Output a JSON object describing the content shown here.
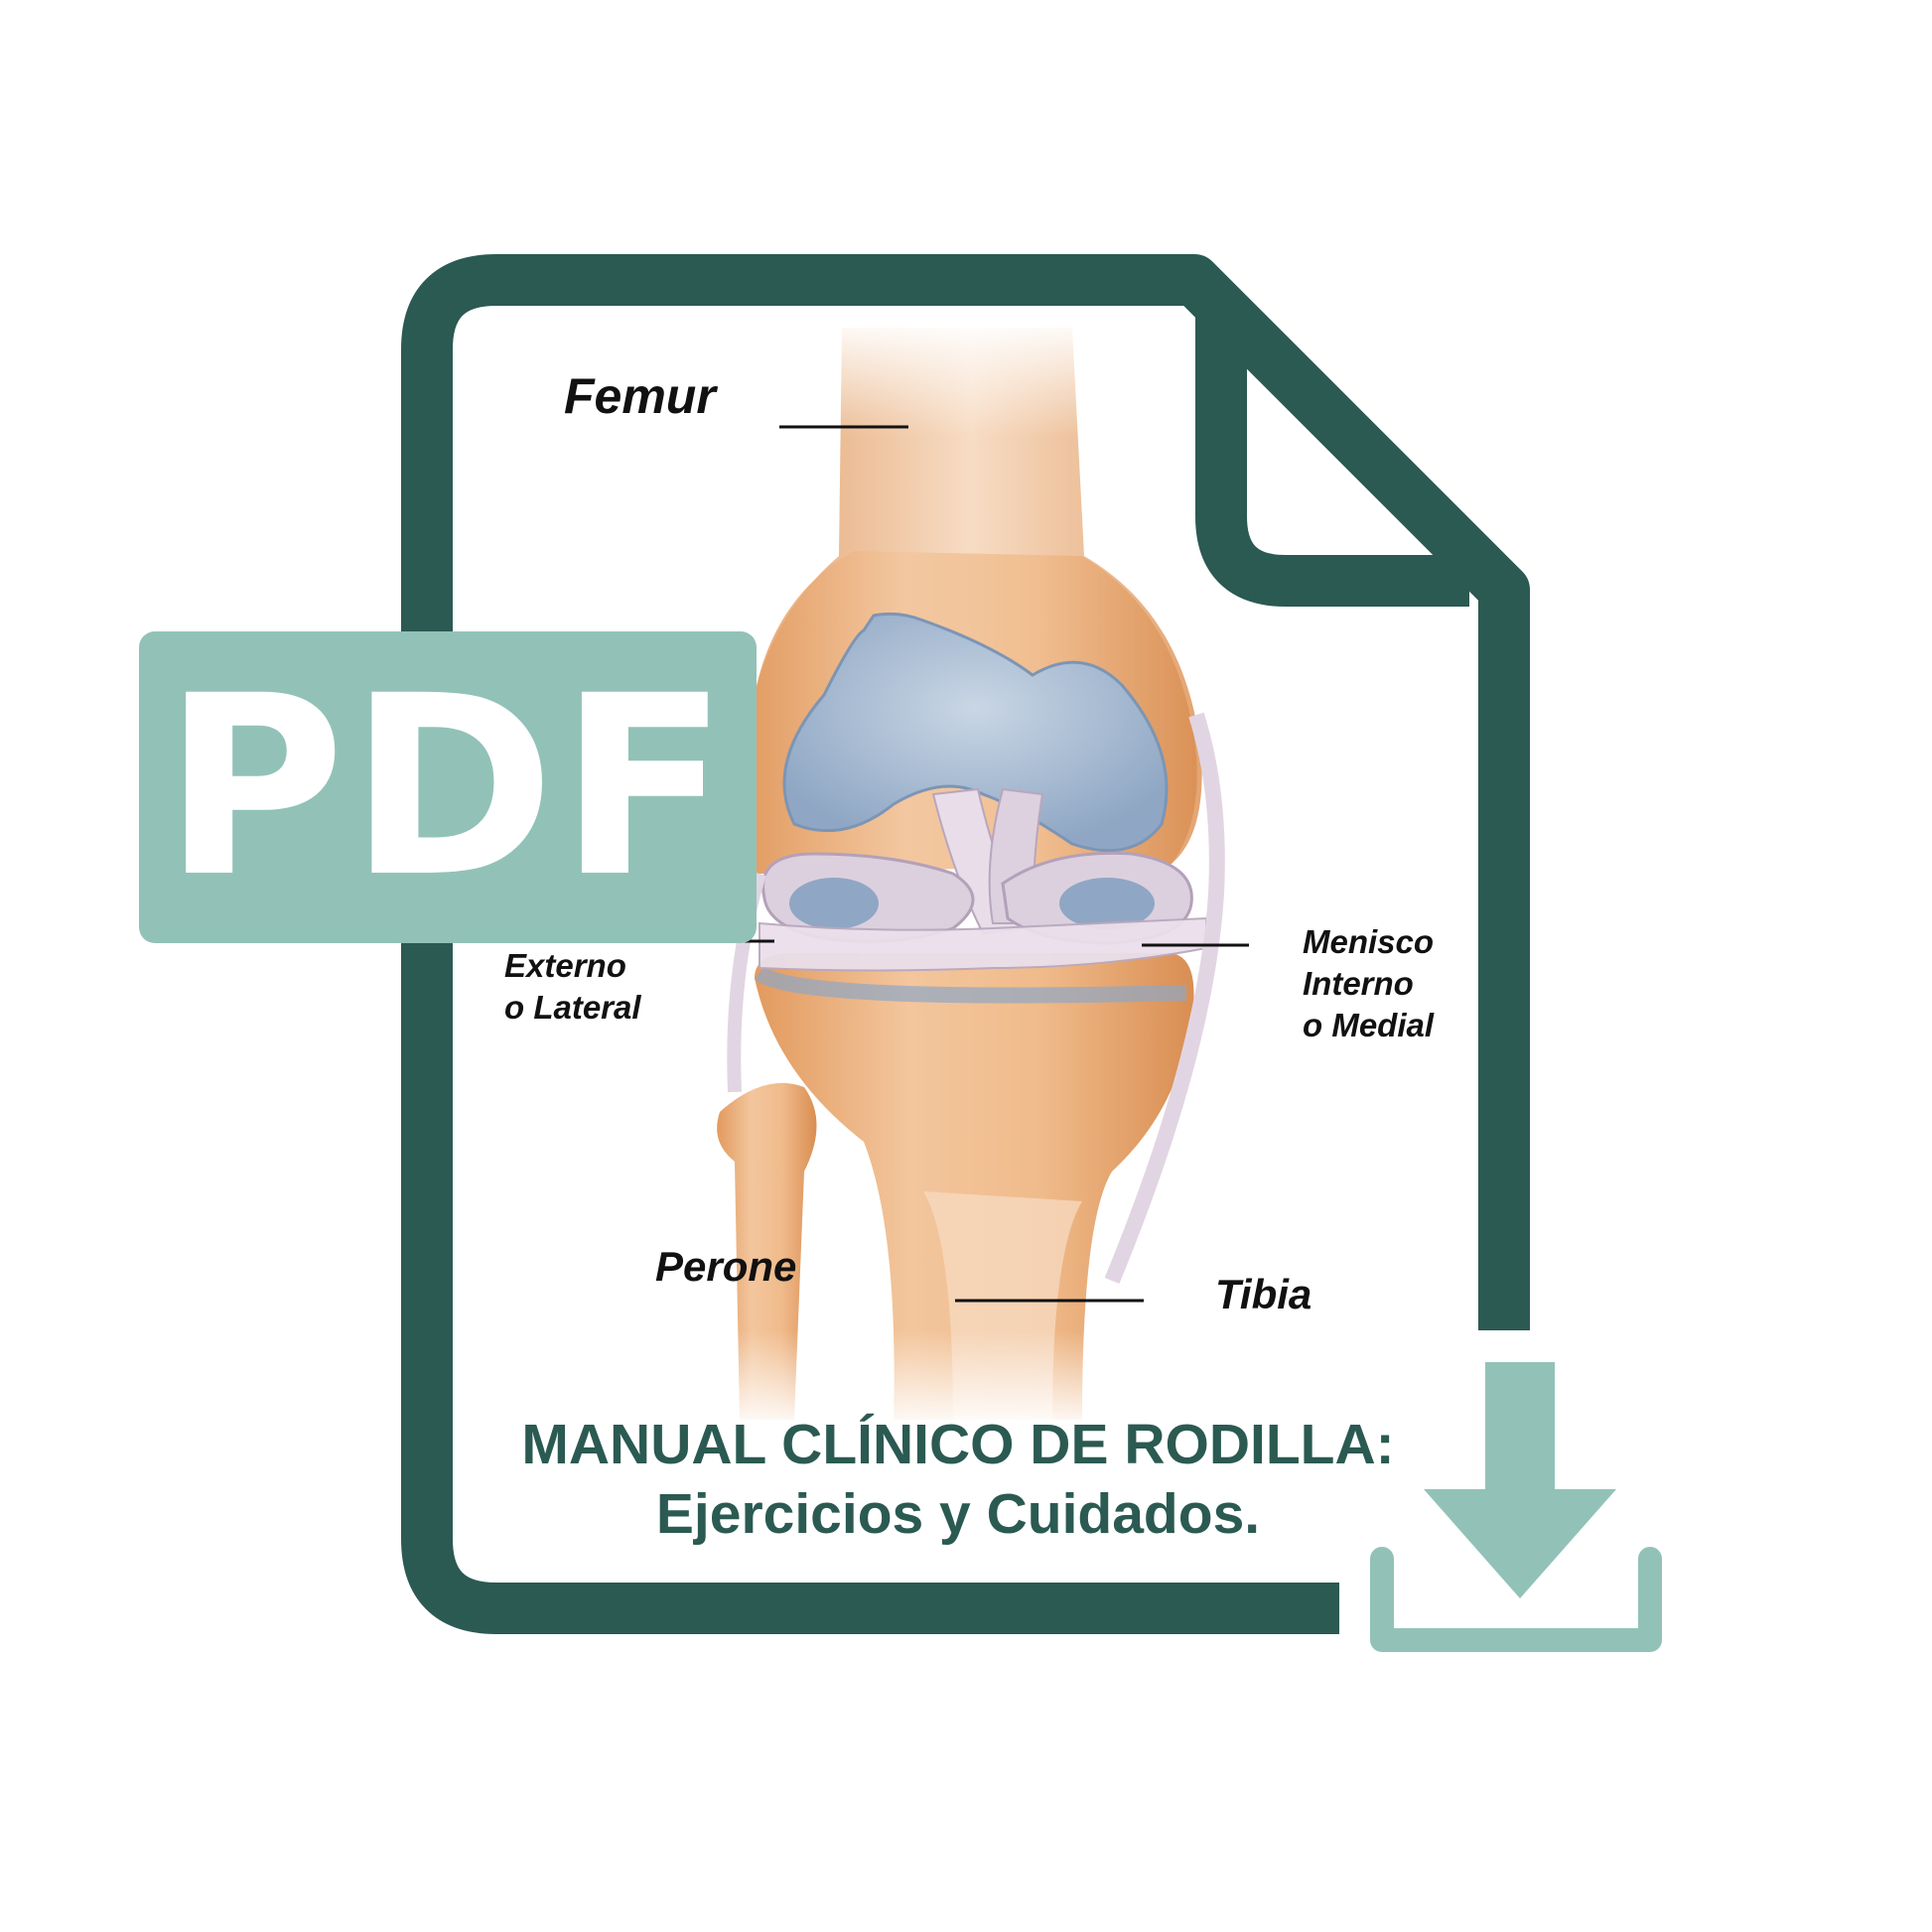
{
  "badge": {
    "text": "PDF"
  },
  "labels": {
    "femur": "Femur",
    "menisco_externo": [
      "Externo",
      "o Lateral"
    ],
    "menisco_interno": [
      "Menisco",
      "Interno",
      "o Medial"
    ],
    "perone": "Perone",
    "tibia": "Tibia"
  },
  "title": {
    "line1": "MANUAL CLÍNICO DE RODILLA:",
    "line2": "Ejercicios y Cuidados."
  },
  "icons": {
    "file": "pdf-file-icon",
    "download": "download-arrow-icon"
  },
  "colors": {
    "frame": "#2b5a52",
    "accent": "#92c2b7",
    "bone": "#eab07f",
    "cartilage": "#a9bcd2",
    "ligament": "#e6dbe6"
  }
}
